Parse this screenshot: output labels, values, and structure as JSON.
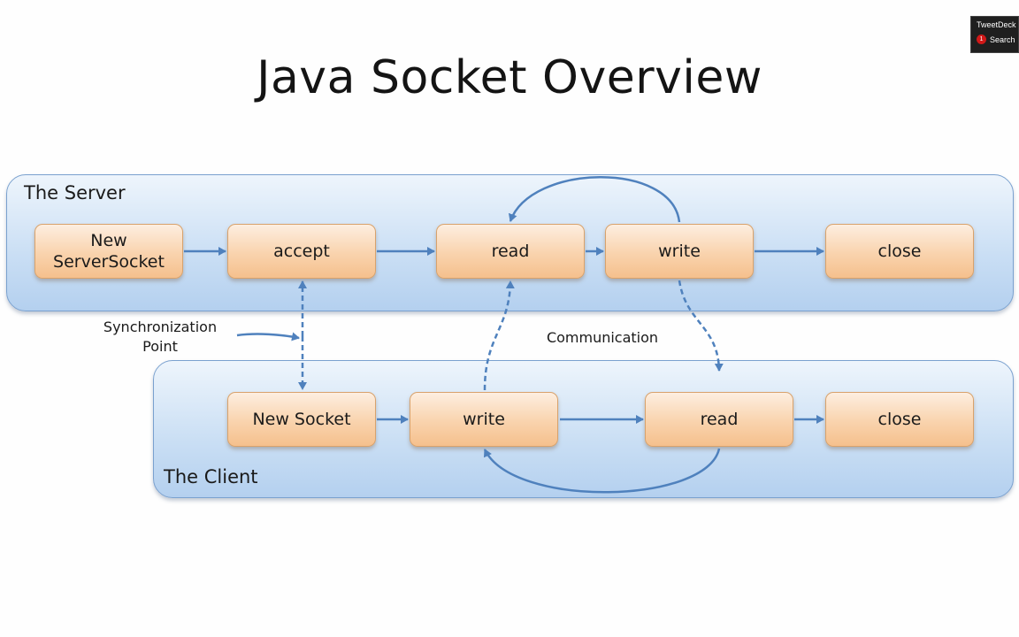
{
  "slide": {
    "title": "Java Socket Overview"
  },
  "lanes": {
    "server": {
      "label": "The Server"
    },
    "client": {
      "label": "The Client"
    }
  },
  "nodes": {
    "server_new_socket": "New\nServerSocket",
    "server_accept": "accept",
    "server_read": "read",
    "server_write": "write",
    "server_close": "close",
    "client_new_socket": "New Socket",
    "client_write": "write",
    "client_read": "read",
    "client_close": "close"
  },
  "annotations": {
    "sync_point": "Synchronization\nPoint",
    "communication": "Communication"
  },
  "widget": {
    "app_name": "TweetDeck",
    "search_label": "Search",
    "badge_count": "1"
  },
  "colors": {
    "lane_border": "#7aa1cf",
    "node_border": "#d8a26c",
    "arrow": "#4f81bd"
  }
}
